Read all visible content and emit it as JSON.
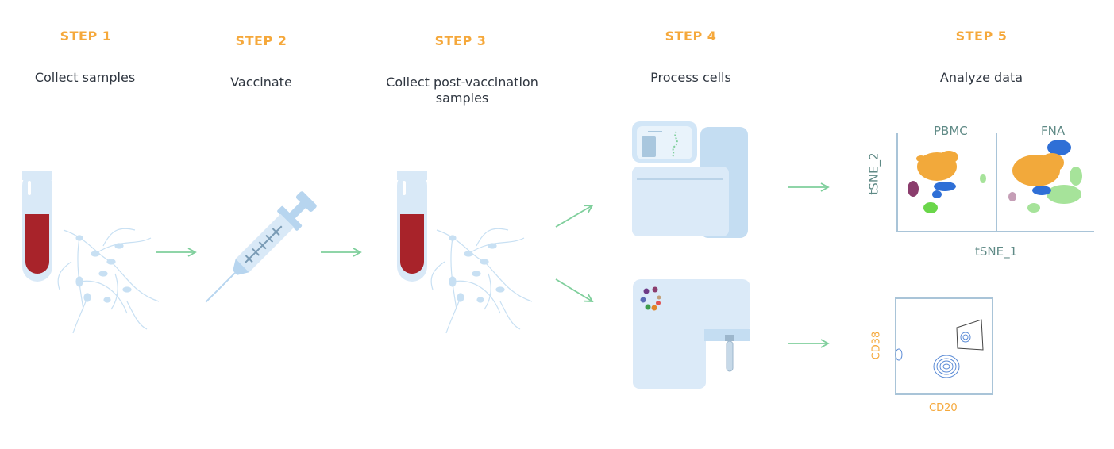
{
  "steps": [
    {
      "label": "STEP 1",
      "title": "Collect samples"
    },
    {
      "label": "STEP 2",
      "title": "Vaccinate"
    },
    {
      "label": "STEP 3",
      "title": "Collect post-vaccination samples"
    },
    {
      "label": "STEP 4",
      "title": "Process cells"
    },
    {
      "label": "STEP 5",
      "title": "Analyze data"
    }
  ],
  "tsne": {
    "ylabel": "tSNE_2",
    "xlabel": "tSNE_1",
    "panels": [
      "PBMC",
      "FNA"
    ]
  },
  "flow": {
    "ylabel": "CD38",
    "xlabel": "CD20"
  },
  "colors": {
    "accent": "#f5a83b",
    "arrow": "#7fcf9c",
    "teal": "#5f8a86",
    "device": "#dbeaf8",
    "blood": "#a8232a"
  }
}
